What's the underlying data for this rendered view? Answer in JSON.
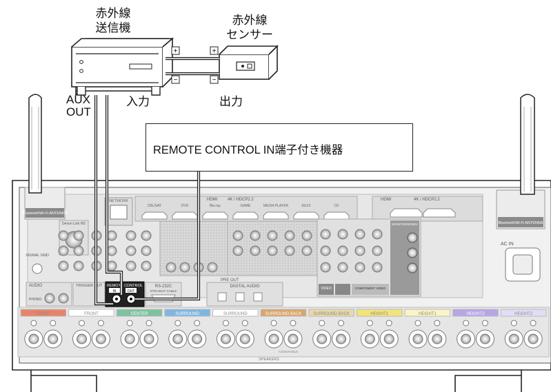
{
  "transmitter": {
    "label_line1": "赤外線",
    "label_line2": "送信機"
  },
  "sensor": {
    "label_line1": "赤外線",
    "label_line2": "センサー"
  },
  "aux_out": {
    "line1": "AUX",
    "line2": "OUT"
  },
  "input_label": "入力",
  "output_label": "出力",
  "plus_symbol": "+",
  "minus_symbol": "−",
  "device_box": {
    "label": "REMOTE CONTROL IN端子付き機器"
  },
  "receiver": {
    "antenna_label_left": "Bluetooth/Wi-Fi ANTENNA",
    "antenna_label_right": "Bluetooth/Wi-Fi ANTENNA",
    "network_label": "NETWORK",
    "hdmi_label": "HDMI",
    "hdmi_spec": "4K / HDCP2.2",
    "hdmi_inputs": [
      "CBL/SAT",
      "DVD",
      "Blu-ray",
      "GAME",
      "MEDIA PLAYER",
      "AUX2",
      "CD"
    ],
    "hdmi_out_label": "HDMI",
    "hdmi_out_spec": "4K / HDCP2.2",
    "denon_link": "Denon Link HD",
    "signal_gnd": "SIGNAL GND",
    "audio_label": "AUDIO",
    "phono_label": "PHONO",
    "trigger_label": "TRIGGER OUT",
    "remote_control_label": "REMOTE CONTROL",
    "rc_in": "IN",
    "rc_out": "OUT",
    "rs232c_label": "RS-232C",
    "straight_cable": "STRAIGHT CABLE",
    "digital_audio_label": "DIGITAL AUDIO",
    "video_label": "VIDEO",
    "component_video_label": "COMPONENT VIDEO",
    "monitor_zone2": "MONITOR/ZONE2",
    "ac_in_label": "AC IN",
    "pre_out_label": "PRE OUT",
    "speakers_label": "SPEAKERS",
    "assignable": "ASSIGNABLE",
    "speaker_groups": [
      {
        "name": "FRONT",
        "color": "#e8836b"
      },
      {
        "name": "FRONT",
        "color": "#ffffff"
      },
      {
        "name": "CENTER",
        "color": "#7fc2a0"
      },
      {
        "name": "SURROUND",
        "color": "#7fb6e0"
      },
      {
        "name": "SURROUND",
        "color": "#ffffff"
      },
      {
        "name": "SURROUND BACK",
        "color": "#d9a56a"
      },
      {
        "name": "SURROUND BACK",
        "color": "#e8d9a8"
      },
      {
        "name": "HEIGHT1",
        "color": "#f2e47a"
      },
      {
        "name": "HEIGHT1",
        "color": "#fbf4c4"
      },
      {
        "name": "HEIGHT2",
        "color": "#b7a6e6"
      },
      {
        "name": "HEIGHT2",
        "color": "#e3dcf6"
      }
    ]
  }
}
